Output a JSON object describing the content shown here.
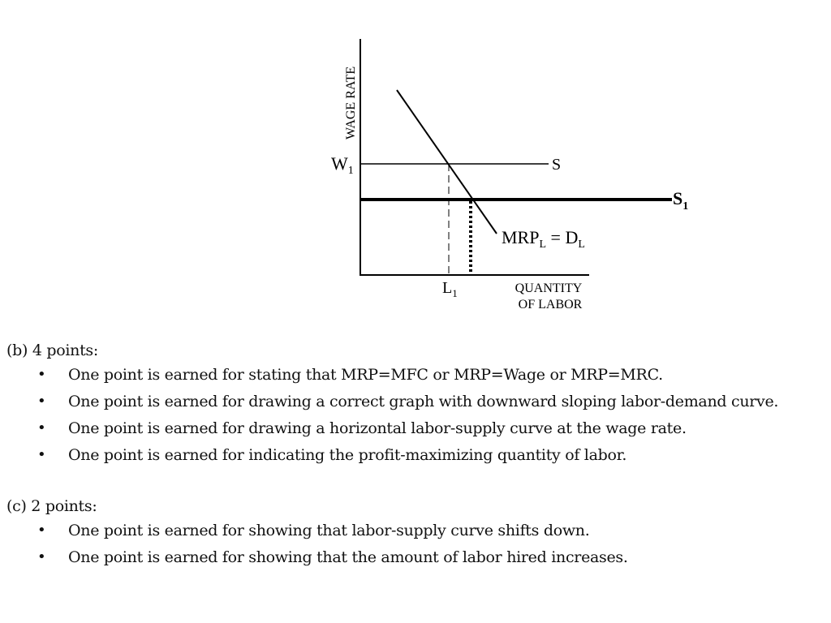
{
  "graph": {
    "y_axis_label": "WAGE RATE",
    "w1_label": "W",
    "w1_sub": "1",
    "s_label": "S",
    "s1_label": "S",
    "s1_sub": "1",
    "mrp_label_a": "MRP",
    "mrp_sub_a": "L",
    "mrp_label_eq": " = D",
    "mrp_sub_b": "L",
    "l1_label": "L",
    "l1_sub": "1",
    "x_axis_label_line1": "QUANTITY",
    "x_axis_label_line2": "OF LABOR"
  },
  "sections": [
    {
      "heading": "(b)  4 points:",
      "items": [
        "One point is earned for stating that MRP=MFC or MRP=Wage or MRP=MRC.",
        "One point is earned for drawing a correct graph with downward sloping labor-demand curve.",
        "One point is earned for drawing a horizontal labor-supply curve at the wage rate.",
        "One point is earned for indicating the profit-maximizing quantity of labor."
      ]
    },
    {
      "heading": "(c)  2 points:",
      "items": [
        "One point is earned for showing that labor-supply curve shifts down.",
        "One point is earned for showing that the amount of labor hired increases."
      ]
    }
  ],
  "bullet_glyph": "•"
}
